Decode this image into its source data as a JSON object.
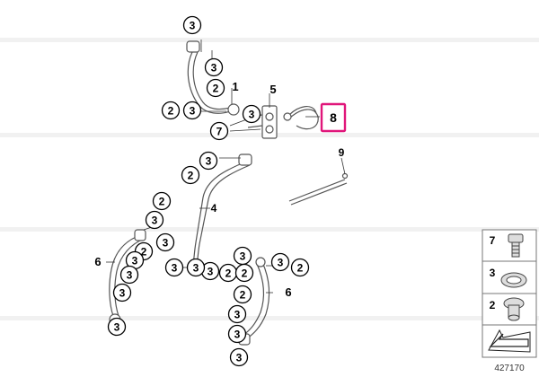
{
  "diagram": {
    "callouts": {
      "c1": "3",
      "c2": "3",
      "c3": "2",
      "c4": "1",
      "c5": "2",
      "c6": "3",
      "c7": "3",
      "c8": "5",
      "c9": "7",
      "c10": "8",
      "c11": "3",
      "c12": "2",
      "c13": "9",
      "c14": "4",
      "c15": "2",
      "c16": "3",
      "c17": "3",
      "c18": "2",
      "c19": "6",
      "c20": "3",
      "c21": "3",
      "c22": "3",
      "c23": "3",
      "c24": "3",
      "c25": "2",
      "c26": "3",
      "c27": "3",
      "c28": "2",
      "c29": "6",
      "c30": "2",
      "c31": "3",
      "c32": "3",
      "c33": "3"
    },
    "highlight_color": "#e0167a"
  },
  "legend": {
    "items": [
      {
        "number": "7",
        "part_icon": "screw-icon"
      },
      {
        "number": "3",
        "part_icon": "ring-washer-icon"
      },
      {
        "number": "2",
        "part_icon": "banjo-bolt-icon"
      }
    ],
    "arrow_icon": "arrow-icon"
  },
  "diagram_id": "427170"
}
